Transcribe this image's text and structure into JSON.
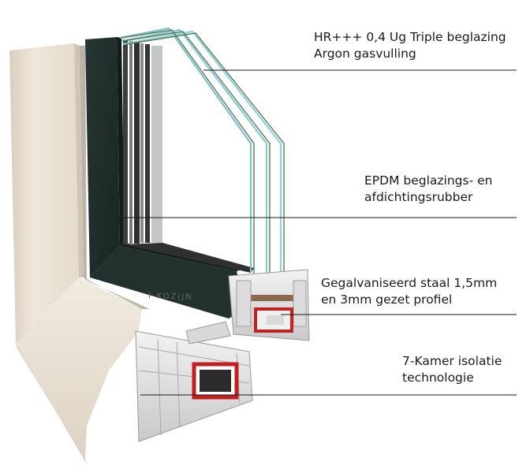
{
  "callouts": [
    {
      "line1": "HR+++ 0,4 Ug Triple beglazing",
      "line2": "Argon gasvulling"
    },
    {
      "line1": "EPDM beglazings- en",
      "line2": "afdichtingsrubber"
    },
    {
      "line1": "Gegalvaniseerd staal 1,5mm",
      "line2": "en 3mm gezet profiel"
    },
    {
      "line1": "7-Kamer isolatie",
      "line2": "technologie"
    }
  ],
  "watermark": "I-KOZIJN",
  "colors": {
    "frame_outer": "#e8dfd1",
    "frame_dark": "#1f2b29",
    "pvc_core": "#e6e6e6",
    "steel_red": "#d3201f",
    "glass_edge": "#8fd0dc"
  }
}
